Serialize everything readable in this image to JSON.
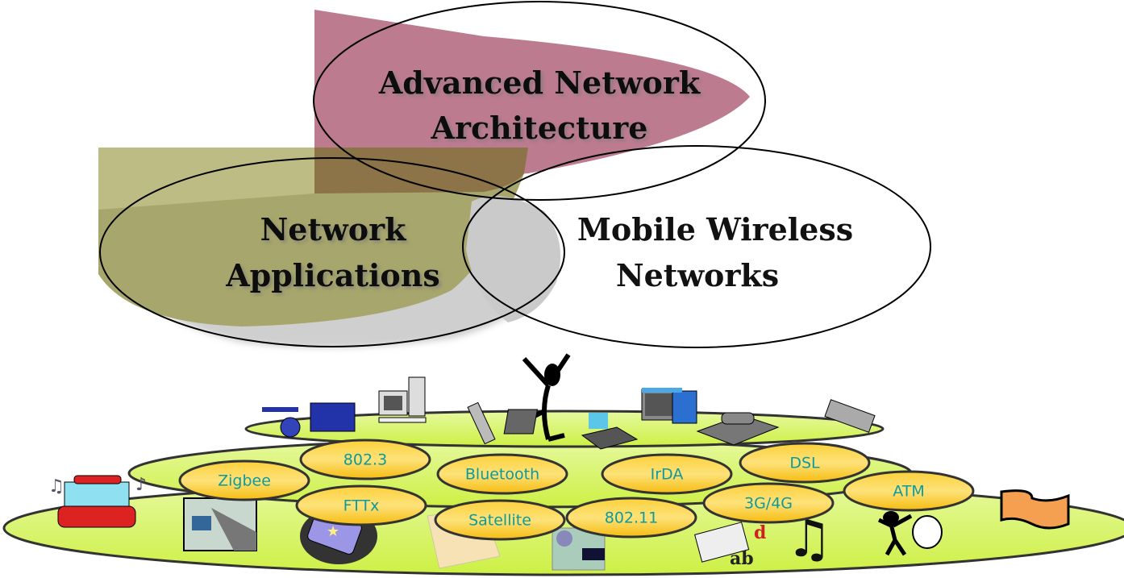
{
  "diagram": {
    "venn": {
      "advanced_network_architecture": [
        "Advanced Network",
        "Architecture"
      ],
      "network_applications": [
        "Network",
        "Applications"
      ],
      "mobile_wireless_networks": [
        "Mobile Wireless",
        "Networks"
      ]
    },
    "technologies": {
      "row1": [
        "Zigbee",
        "802.3",
        "Bluetooth",
        "IrDA",
        "DSL",
        "ATM"
      ],
      "row2": [
        "FTTx",
        "Satellite",
        "802.11",
        "3G/4G"
      ]
    },
    "devices_top": [
      "video-camera",
      "desktop-computer",
      "mobile-phone",
      "dancing-person",
      "laptop",
      "crt-monitor",
      "desk-telephone",
      "calculator-phone"
    ],
    "devices_bottom": [
      "jukebox",
      "info-highway-sign",
      "pda",
      "map",
      "multimedia-collage",
      "printer",
      "music-note",
      "person-carrying-bag",
      "film-strip"
    ],
    "colors": {
      "architecture_fill": "#b9748a",
      "applications_fill": "#a7a66c",
      "applications_shadow": "#cfcfcf",
      "platform": "#d8f35a",
      "oval_fill": "#fbc52a",
      "oval_text": "#0e9a9a"
    }
  }
}
